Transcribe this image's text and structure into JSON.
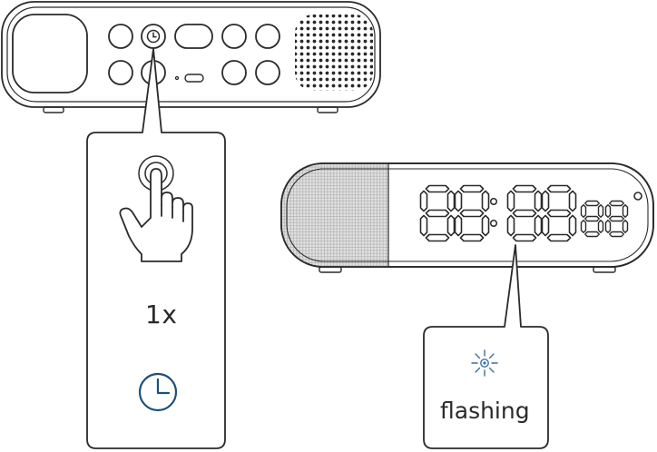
{
  "instruction": {
    "press_count": "1x",
    "button_symbol": "clock-icon"
  },
  "result": {
    "display_digits": "88:88",
    "small_digits": "88",
    "degree_mark": "°",
    "state_label": "flashing",
    "state_symbol": "flashing-light-icon"
  },
  "colors": {
    "line": "#2a2a2a",
    "accent_blue": "#1c4f7c",
    "flash_blue": "#3a6fa0",
    "background": "#ffffff"
  }
}
